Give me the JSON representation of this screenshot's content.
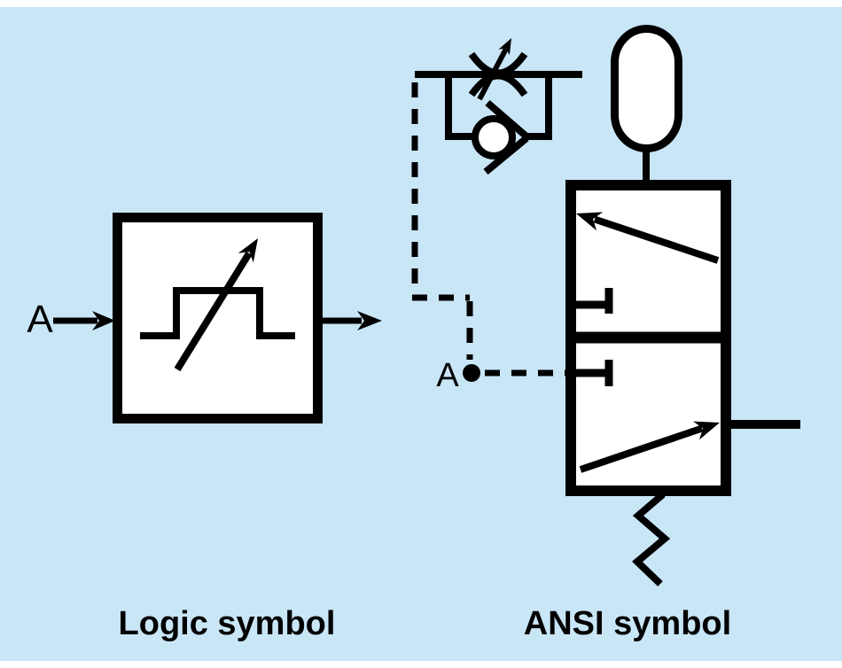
{
  "colors": {
    "background": "#c9e6f7",
    "surface": "#ffffff",
    "ink": "#000000"
  },
  "logic_symbol": {
    "input_label": "A",
    "caption": "Logic symbol"
  },
  "ansi_symbol": {
    "pilot_label": "A",
    "caption": "ANSI symbol"
  }
}
